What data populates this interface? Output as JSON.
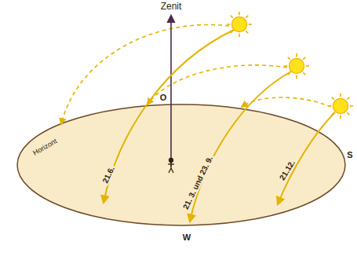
{
  "diagram": {
    "labels": [
      "Zenit",
      "O",
      "Horizont",
      "S",
      "W",
      "21.6.",
      "21. 3. und 23. 9.",
      "21.12."
    ]
  }
}
